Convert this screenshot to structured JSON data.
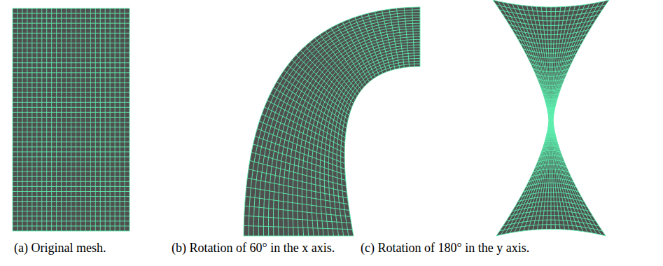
{
  "diagram": {
    "labels": [
      "(a) Original mesh.",
      "(b) Rotation of 60° in the x axis.",
      "(c) Rotation of 180° in the y axis."
    ]
  }
}
